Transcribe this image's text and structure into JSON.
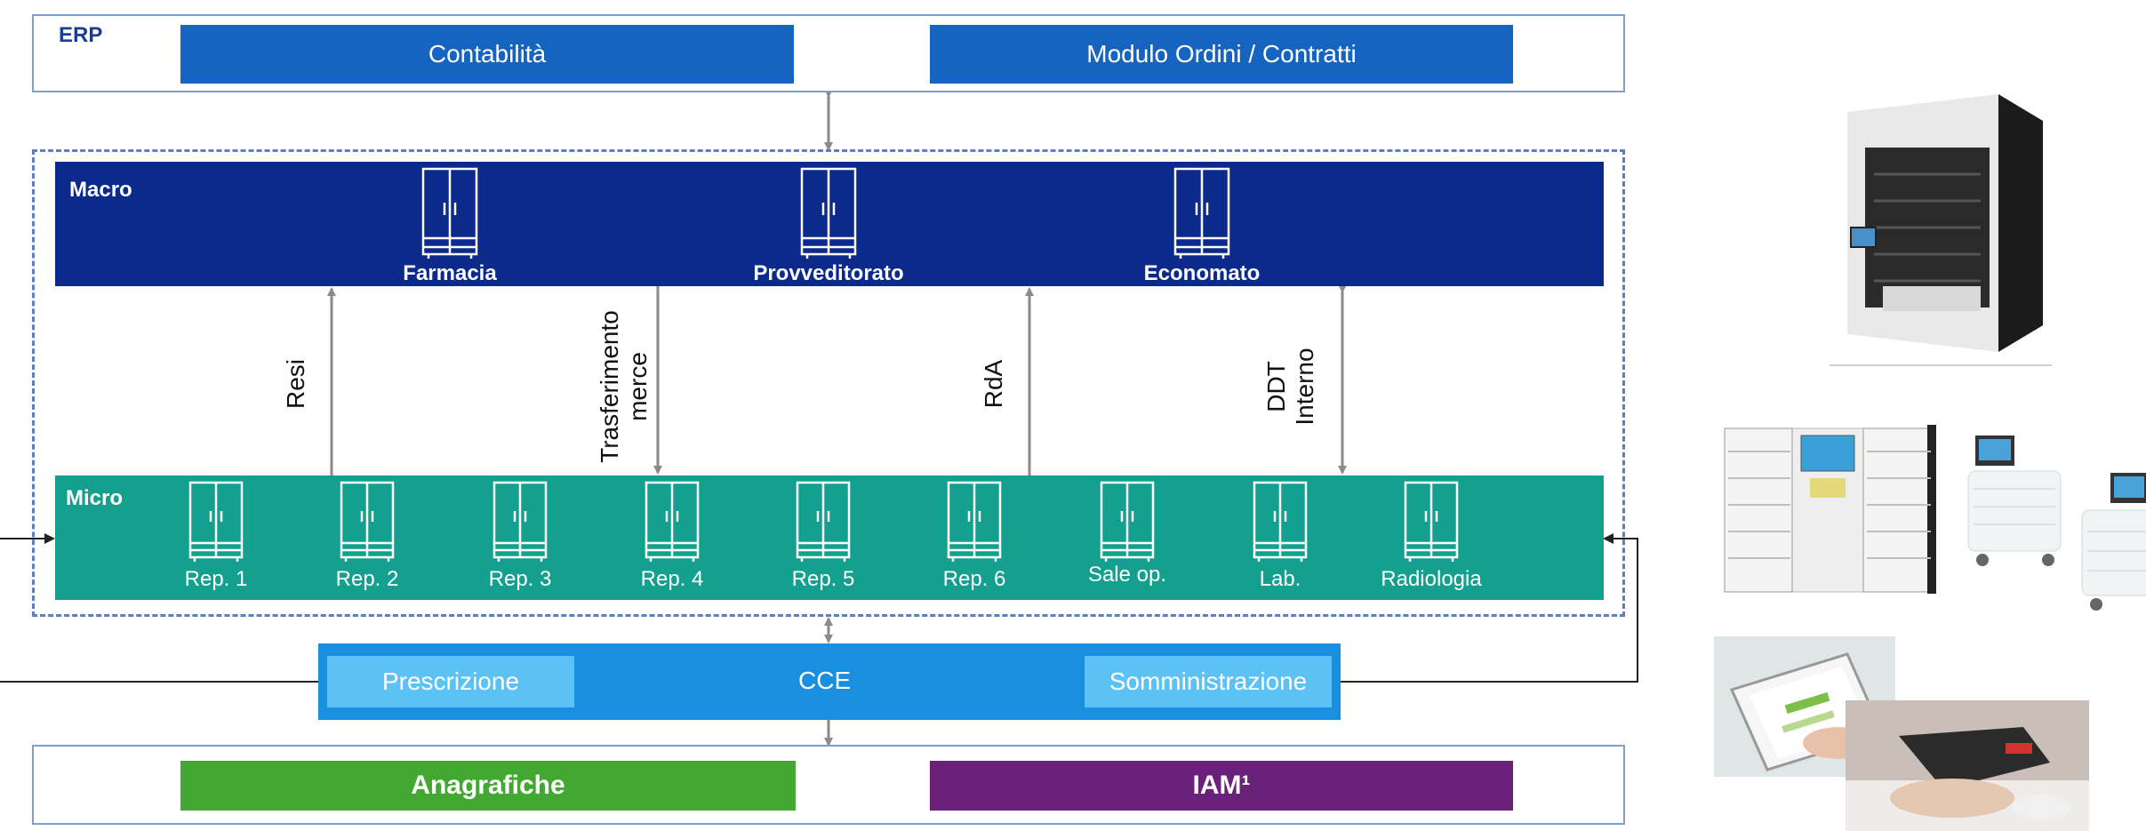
{
  "erp": {
    "label": "ERP",
    "left_box": "Contabilità",
    "right_box": "Modulo Ordini / Contratti"
  },
  "macro": {
    "label": "Macro",
    "units": [
      {
        "name": "Farmacia"
      },
      {
        "name": "Provveditorato"
      },
      {
        "name": "Economato"
      }
    ]
  },
  "flows": {
    "resi": "Resi",
    "trasferimento_line1": "Trasferimento",
    "trasferimento_line2": "merce",
    "rda": "RdA",
    "ddt_line1": "DDT",
    "ddt_line2": "Interno"
  },
  "micro": {
    "label": "Micro",
    "units": [
      {
        "name": "Rep. 1"
      },
      {
        "name": "Rep. 2"
      },
      {
        "name": "Rep. 3"
      },
      {
        "name": "Rep. 4"
      },
      {
        "name": "Rep. 5"
      },
      {
        "name": "Rep. 6"
      },
      {
        "name": "Sale op."
      },
      {
        "name": "Lab."
      },
      {
        "name": "Radiologia"
      }
    ]
  },
  "cce": {
    "label": "CCE",
    "left_box": "Prescrizione",
    "right_box": "Somministrazione"
  },
  "bottom": {
    "left_box": "Anagrafiche",
    "right_box": "IAM¹"
  },
  "colors": {
    "macro": "#0b2a8c",
    "micro": "#13a08f",
    "erp_box": "#1565c0",
    "cce": "#1a8fe0",
    "anagrafiche": "#43a832",
    "iam": "#6b2079"
  }
}
